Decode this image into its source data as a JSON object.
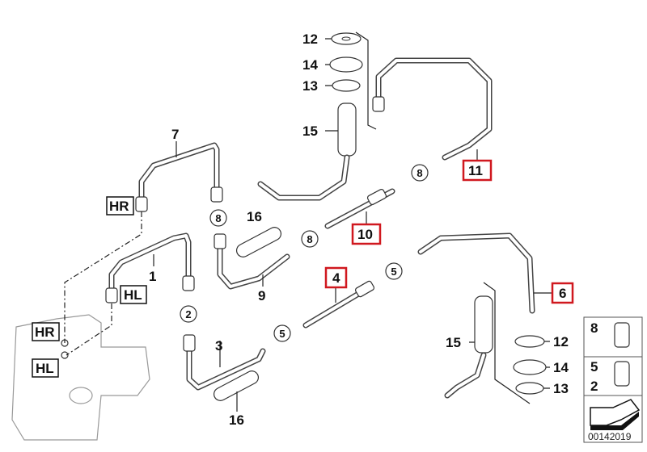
{
  "callouts": {
    "c12_top": "12",
    "c14_top": "14",
    "c13_top": "13",
    "c15_top": "15",
    "c7": "7",
    "c16_top": "16",
    "c1": "1",
    "c9": "9",
    "c3": "3",
    "c16_bottom": "16",
    "c15_bottom": "15",
    "c12_bottom": "12",
    "c14_bottom": "14",
    "c13_bottom": "13",
    "c11": "11",
    "c10": "10",
    "c4": "4",
    "c6": "6"
  },
  "circled": {
    "c8a": "8",
    "c8b": "8",
    "c8c": "8",
    "c5a": "5",
    "c5b": "5",
    "c2": "2"
  },
  "tags": {
    "hr_top": "HR",
    "hl_top": "HL",
    "hr_unit": "HR",
    "hl_unit": "HL"
  },
  "legend": {
    "row1": "8",
    "row2a": "5",
    "row2b": "2"
  },
  "diagram_code": "00142019",
  "colors": {
    "highlight": "#d0181f"
  }
}
